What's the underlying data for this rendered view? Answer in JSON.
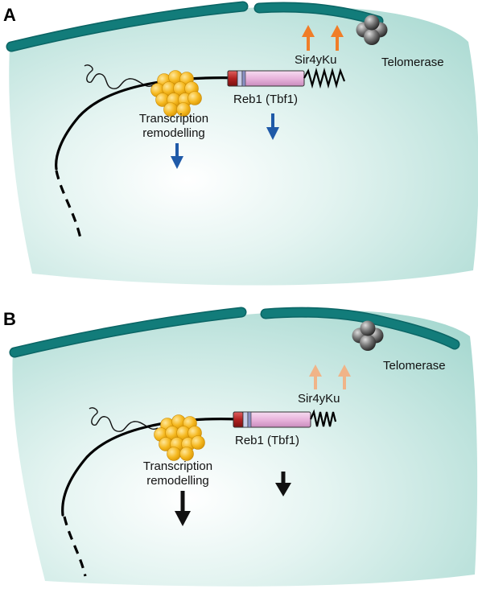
{
  "panels": [
    {
      "letter": "A",
      "labels": {
        "sir": "Sir4yKu",
        "telomerase": "Telomerase",
        "reb1": "Reb1 (Tbf1)",
        "transcription_line1": "Transcription",
        "transcription_line2": "remodelling"
      },
      "colors": {
        "up_arrow": "#f07d28",
        "down_arrow": "#1f5aa8"
      }
    },
    {
      "letter": "B",
      "labels": {
        "sir": "Sir4yKu",
        "telomerase": "Telomerase",
        "reb1": "Reb1 (Tbf1)",
        "transcription_line1": "Transcription",
        "transcription_line2": "remodelling"
      },
      "colors": {
        "up_arrow": "#f0b488",
        "down_arrow": "#111111"
      }
    }
  ],
  "colors": {
    "nucleus_fill": "#a6d8d0",
    "envelope": "#127c7a",
    "nucleosome": "#f2b21c",
    "telomerase": "#555555",
    "protein_body": "#e8b4dc",
    "protein_cap": "#b22222"
  }
}
